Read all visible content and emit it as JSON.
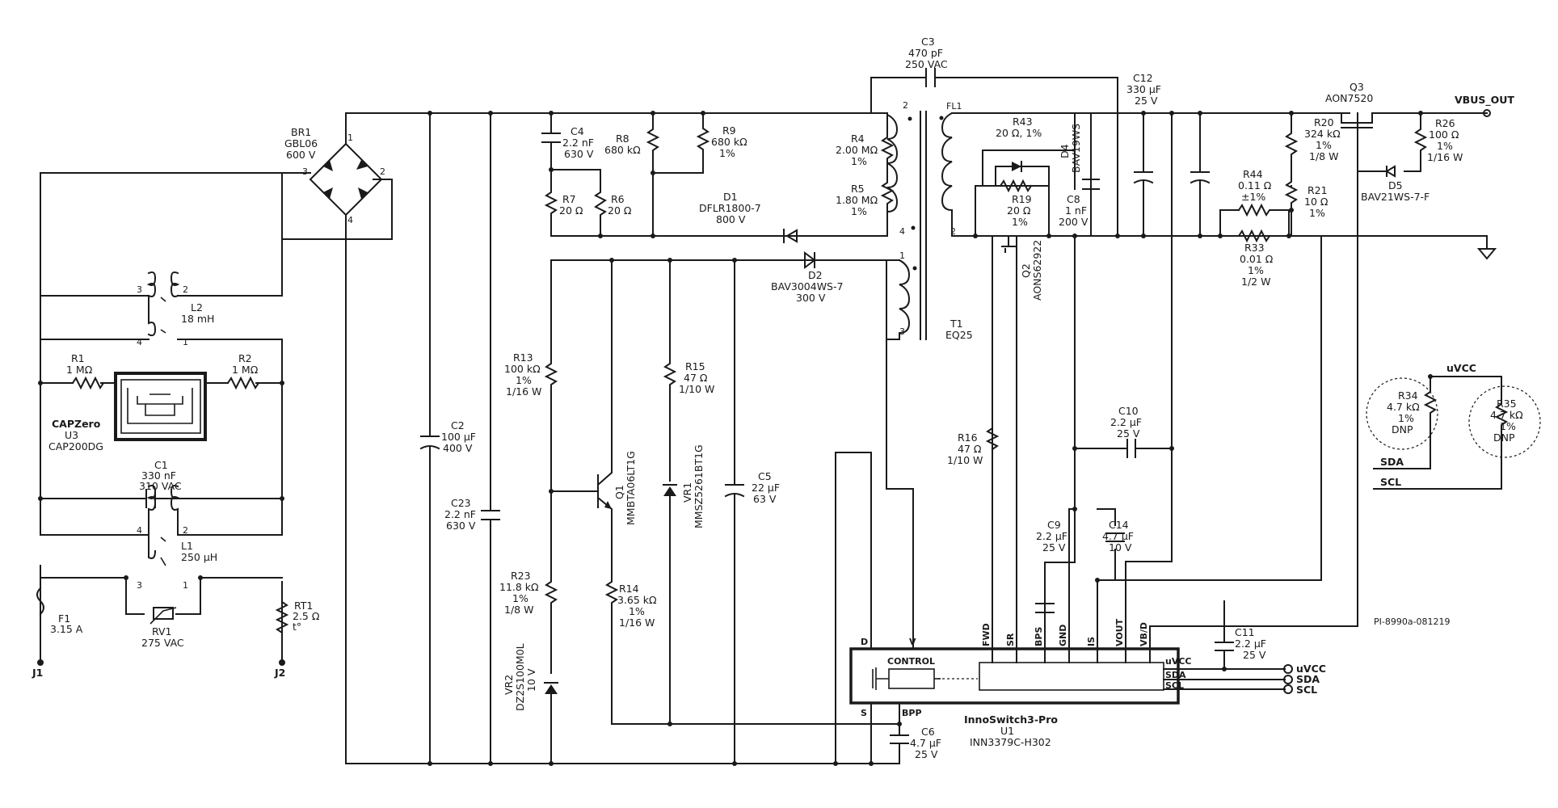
{
  "schematic": {
    "labels": {
      "J1": "J1",
      "J2": "J2",
      "F1_ref": "F1",
      "F1_val": "3.15 A",
      "RV1_ref": "RV1",
      "RV1_val": "275 VAC",
      "RT1_ref": "RT1",
      "RT1_val": "2.5 Ω",
      "RT1_t": "t°",
      "L1_ref": "L1",
      "L1_val": "250 µH",
      "C1_ref": "C1",
      "C1_v1": "330 nF",
      "C1_v2": "310 VAC",
      "R1_ref": "R1",
      "R1_val": "1 MΩ",
      "R2_ref": "R2",
      "R2_val": "1 MΩ",
      "U3_name": "CAPZero",
      "U3_ref": "U3",
      "U3_part": "CAP200DG",
      "L2_ref": "L2",
      "L2_val": "18 mH",
      "BR1_ref": "BR1",
      "BR1_part": "GBL06",
      "BR1_v": "600 V",
      "C2_ref": "C2",
      "C2_v1": "100 µF",
      "C2_v2": "400 V",
      "C23_ref": "C23",
      "C23_v1": "2.2 nF",
      "C23_v2": "630 V",
      "C4_ref": "C4",
      "C4_v1": "2.2 nF",
      "C4_v2": "630 V",
      "R7_ref": "R7",
      "R7_val": "20 Ω",
      "R6_ref": "R6",
      "R6_val": "20 Ω",
      "R8_ref": "R8",
      "R8_val": "680 kΩ",
      "R9_ref": "R9",
      "R9_v1": "680 kΩ",
      "R9_v2": "1%",
      "D1_ref": "D1",
      "D1_part": "DFLR1800-7",
      "D1_v": "800 V",
      "D2_ref": "D2",
      "D2_part": "BAV3004WS-7",
      "D2_v": "300 V",
      "R4_ref": "R4",
      "R4_v1": "2.00 MΩ",
      "R4_v2": "1%",
      "R5_ref": "R5",
      "R5_v1": "1.80 MΩ",
      "R5_v2": "1%",
      "C3_ref": "C3",
      "C3_v1": "470 pF",
      "C3_v2": "250 VAC",
      "T1_ref": "T1",
      "T1_part": "EQ25",
      "FL1": "FL1",
      "R13_ref": "R13",
      "R13_v1": "100 kΩ",
      "R13_v2": "1%",
      "R13_v3": "1/16 W",
      "R23_ref": "R23",
      "R23_v1": "11.8 kΩ",
      "R23_v2": "1%",
      "R23_v3": "1/8 W",
      "VR2_ref": "VR2",
      "VR2_part": "DZ2S100M0L",
      "VR2_v": "10 V",
      "Q1_ref": "Q1",
      "Q1_part": "MMBTA06LT1G",
      "R14_ref": "R14",
      "R14_v1": "3.65 kΩ",
      "R14_v2": "1%",
      "R14_v3": "1/16 W",
      "R15_ref": "R15",
      "R15_v1": "47 Ω",
      "R15_v2": "1/10 W",
      "VR1_ref": "VR1",
      "VR1_part": "MMSZ5261BT1G",
      "C5_ref": "C5",
      "C5_v1": "22 µF",
      "C5_v2": "63 V",
      "C6_ref": "C6",
      "C6_v1": "4.7 µF",
      "C6_v2": "25 V",
      "R43_ref": "R43",
      "R43_val": "20 Ω, 1%",
      "D4_ref": "D4",
      "D4_part": "BAV19WS",
      "R19_ref": "R19",
      "R19_v1": "20 Ω",
      "R19_v2": "1%",
      "C8_ref": "C8",
      "C8_v1": "1 nF",
      "C8_v2": "200 V",
      "Q2_ref": "Q2",
      "Q2_part": "AONS62922",
      "C12_ref": "C12",
      "C12_v1": "330 µF",
      "C12_v2": "25 V",
      "R44_ref": "R44",
      "R44_v1": "0.11 Ω",
      "R44_v2": "±1%",
      "R33_ref": "R33",
      "R33_v1": "0.01 Ω",
      "R33_v2": "1%",
      "R33_v3": "1/2 W",
      "R16_ref": "R16",
      "R16_v1": "47 Ω",
      "R16_v2": "1/10 W",
      "C10_ref": "C10",
      "C10_v1": "2.2 µF",
      "C10_v2": "25 V",
      "C9_ref": "C9",
      "C9_v1": "2.2 µF",
      "C9_v2": "25 V",
      "C14_ref": "C14",
      "C14_v1": "4.7 µF",
      "C14_v2": "10 V",
      "C11_ref": "C11",
      "C11_v1": "2.2 µF",
      "C11_v2": "25 V",
      "Q3_ref": "Q3",
      "Q3_part": "AON7520",
      "VBUS_OUT": "VBUS_OUT",
      "R20_ref": "R20",
      "R20_v1": "324 kΩ",
      "R20_v2": "1%",
      "R20_v3": "1/8 W",
      "R21_ref": "R21",
      "R21_v1": "10 Ω",
      "R21_v2": "1%",
      "R26_ref": "R26",
      "R26_v1": "100 Ω",
      "R26_v2": "1%",
      "R26_v3": "1/16 W",
      "D5_ref": "D5",
      "D5_part": "BAV21WS-7-F",
      "R34_ref": "R34",
      "R34_v1": "4.7 kΩ",
      "R34_v2": "1%",
      "R34_v3": "DNP",
      "R35_ref": "R35",
      "R35_v1": "4.7 kΩ",
      "R35_v2": "1%",
      "R35_v3": "DNP",
      "uVCC_top": "uVCC",
      "SDA_side": "SDA",
      "SCL_side": "SCL",
      "U1_name": "InnoSwitch3-Pro",
      "U1_ref": "U1",
      "U1_part": "INN3379C-H302",
      "U1_control": "CONTROL",
      "pin_D": "D",
      "pin_V": "V",
      "pin_S": "S",
      "pin_BPP": "BPP",
      "pin_FWD": "FWD",
      "pin_SR": "SR",
      "pin_BPS": "BPS",
      "pin_GND": "GND",
      "pin_IS": "IS",
      "pin_VOUT": "VOUT",
      "pin_VBD": "VB/D",
      "pin_uVCC": "uVCC",
      "pin_SDA": "SDA",
      "pin_SCL": "SCL",
      "out_uVCC": "uVCC",
      "out_SDA": "SDA",
      "out_SCL": "SCL",
      "doc_id": "PI-8990a-081219",
      "n1": "1",
      "n2": "2",
      "n3": "3",
      "n4": "4"
    }
  }
}
